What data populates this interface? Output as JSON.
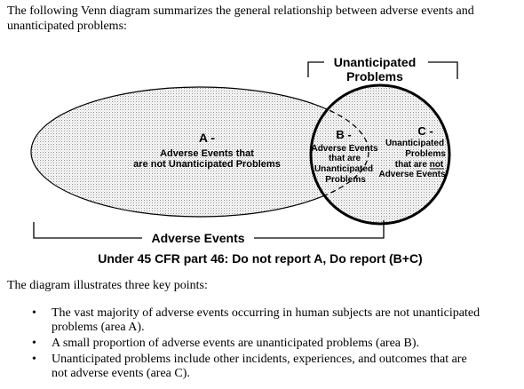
{
  "intro": "The following Venn diagram summarizes the general relationship between adverse events and unanticipated problems:",
  "diagram": {
    "top_label_line1": "Unanticipated",
    "top_label_line2": "Problems",
    "area_a": {
      "letter": "A -",
      "line1": "Adverse Events that",
      "line2": "are not Unanticipated Problems"
    },
    "area_b": {
      "letter": "B -",
      "line1": "Adverse Events",
      "line2": "that are",
      "line3": "Unanticipated",
      "line4": "Problems"
    },
    "area_c": {
      "letter": "C -",
      "line1": "Unanticipated",
      "line2": "Problems",
      "line3": "that are not",
      "line4": "Adverse Events"
    },
    "bottom_label": "Adverse Events",
    "rule": "Under 45 CFR part 46: Do not report A, Do report  (B+C)"
  },
  "summary": "The diagram illustrates three key points:",
  "points": [
    {
      "bullet": "•",
      "line1": "The vast majority of adverse events occurring in human subjects are not unanticipated",
      "line2": "problems (area A)."
    },
    {
      "bullet": "•",
      "line1": "A small proportion of adverse events are unanticipated problems (area B).",
      "line2": ""
    },
    {
      "bullet": "•",
      "line1": "Unanticipated problems include other incidents, experiences, and outcomes that are",
      "line2": "not adverse events (area C)."
    }
  ]
}
